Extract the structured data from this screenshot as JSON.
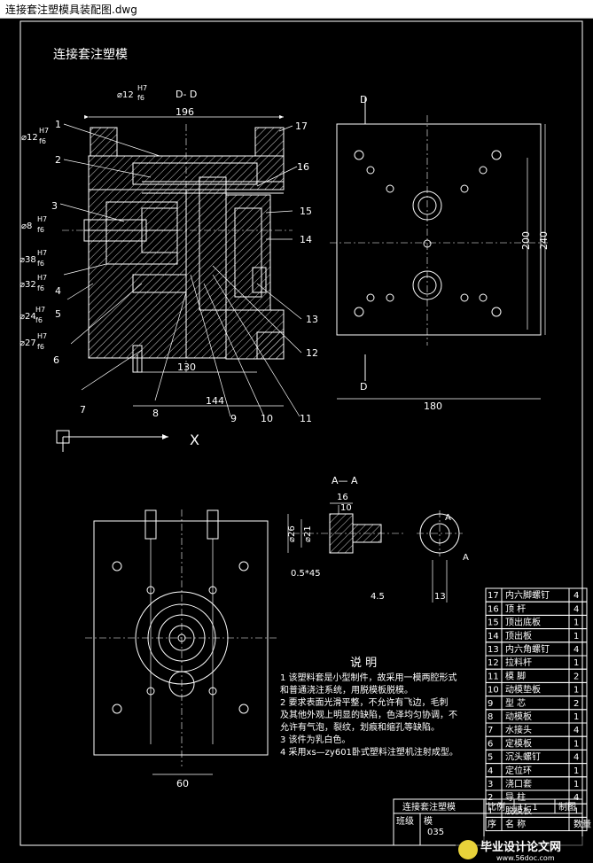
{
  "window": {
    "title": "连接套注塑模具装配图.dwg"
  },
  "drawing": {
    "heading": "连接套注塑模",
    "section_dd": "D- D",
    "section_aa": "A— A",
    "x_axis_letter": "X",
    "arrow_label_a": "A",
    "arrow_label_d": "D"
  },
  "fits": {
    "f1": "⌀12",
    "f1_top": "H7",
    "f1_bot": "f6",
    "f2": "⌀12",
    "f2_top": "H7",
    "f2_bot": "f6",
    "f3": "⌀8",
    "f3_top": "H7",
    "f3_bot": "f6",
    "f4": "⌀38",
    "f4_top": "H7",
    "f4_bot": "f6",
    "f5": "⌀32",
    "f5_top": "H7",
    "f5_bot": "f6",
    "f6": "⌀24",
    "f6_top": "H7",
    "f6_bot": "f6",
    "f7": "⌀27",
    "f7_top": "H7",
    "f7_bot": "f6"
  },
  "dimensions": {
    "d196": "196",
    "d130": "130",
    "d144": "144",
    "d180": "180",
    "d200": "200",
    "d240": "240",
    "d60": "60",
    "d16": "16",
    "d10": "10",
    "d13": "13",
    "d45": "4.5",
    "chamfer": "0.5*45",
    "phi26": "⌀26",
    "phi21": "⌀21"
  },
  "balloons": [
    "1",
    "2",
    "3",
    "4",
    "5",
    "6",
    "7",
    "8",
    "9",
    "10",
    "11",
    "12",
    "13",
    "14",
    "15",
    "16",
    "17"
  ],
  "notes": {
    "title": "说  明",
    "lines": [
      "1  该塑料套是小型制件，故采用一模两腔形式",
      "和普通浇注系统，用脱模板脱模。",
      "2  要求表面光滑平整，不允许有飞边，毛刺",
      "及其他外观上明显的缺陷，色泽均匀协调，不",
      "允许有气泡，裂纹，划痕和缩孔等缺陷。",
      "3  该件为乳白色。",
      "4  采用xs—zy601卧式塑料注塑机注射成型。"
    ]
  },
  "bom": {
    "rows": [
      {
        "no": "17",
        "name": "内六脚螺钉",
        "qty": "4"
      },
      {
        "no": "16",
        "name": "顶    杆",
        "qty": "4"
      },
      {
        "no": "15",
        "name": "顶出底板",
        "qty": "1"
      },
      {
        "no": "14",
        "name": "顶出板",
        "qty": "1"
      },
      {
        "no": "13",
        "name": "内六角螺钉",
        "qty": "4"
      },
      {
        "no": "12",
        "name": "拉料杆",
        "qty": "1"
      },
      {
        "no": "11",
        "name": "模    脚",
        "qty": "2"
      },
      {
        "no": "10",
        "name": "动模垫板",
        "qty": "1"
      },
      {
        "no": "9",
        "name": "型    芯",
        "qty": "2"
      },
      {
        "no": "8",
        "name": "动模板",
        "qty": "1"
      },
      {
        "no": "7",
        "name": "水接头",
        "qty": "4"
      },
      {
        "no": "6",
        "name": "定模板",
        "qty": "1"
      },
      {
        "no": "5",
        "name": "沉头螺钉",
        "qty": "4"
      },
      {
        "no": "4",
        "name": "定位环",
        "qty": "1"
      },
      {
        "no": "3",
        "name": "浇口套",
        "qty": "1"
      },
      {
        "no": "2",
        "name": "导    柱",
        "qty": "4"
      },
      {
        "no": "1",
        "name": "脱模板",
        "qty": "1"
      }
    ],
    "header": {
      "no": "序",
      "name": "名    称",
      "qty": "数量"
    }
  },
  "title_block": {
    "part_name": "连接套注塑模",
    "scale_label": "比例",
    "scale_value": "1：1",
    "maker_label": "制图",
    "class_label": "班级",
    "mold_label": "模",
    "drawing_no": "035"
  },
  "watermark": {
    "main": "毕业设计论文网",
    "url": "www.56doc.com"
  }
}
